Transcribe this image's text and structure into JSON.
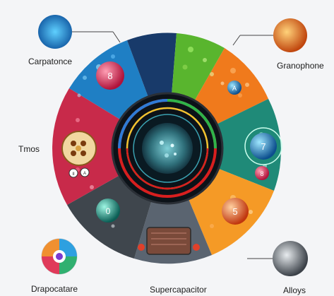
{
  "labels": {
    "carpatonce": "Carpatonce",
    "granophone": "Granophone",
    "tmos": "Tmos",
    "drapocatare": "Drapocatare",
    "supercapacitor": "Supercapacitor",
    "alloys": "Alloys"
  },
  "badges": {
    "top_left_sphere": "8",
    "right_sphere_large": "7",
    "right_sphere_small": "8",
    "bottom_left_sphere": "0",
    "bottom_right_sphere": "5",
    "top_right_sphere": "A",
    "left_chip_1": "II",
    "left_chip_2": "A"
  },
  "colors": {
    "segment_blue": "#1f7fc4",
    "segment_navy": "#183a6a",
    "segment_green": "#59b52e",
    "segment_orange": "#f07a1c",
    "segment_teal": "#1f8a78",
    "segment_amber": "#f59a26",
    "segment_steel": "#5a6470",
    "segment_grey": "#4a4f56",
    "segment_crimson": "#c82a4a",
    "ring_red": "#d81f1f",
    "ring_green": "#2fb34a",
    "ring_blue": "#2e7bd6",
    "core": "#14303c"
  }
}
